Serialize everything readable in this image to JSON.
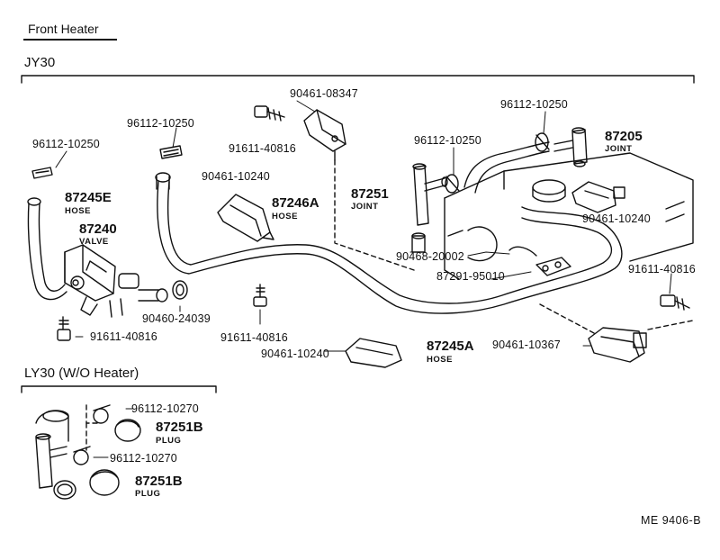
{
  "title": "Front Heater",
  "sections": {
    "upper": "JY30",
    "lower": "LY30  (W/O  Heater)"
  },
  "reference": "ME  9406-B",
  "parts": {
    "p96112_tl": "96112-10250",
    "p87245E": "87245E",
    "p87245E_sub": "HOSE",
    "p87240": "87240",
    "p87240_sub": "VALVE",
    "p96112_tc": "96112-10250",
    "p90461_08347": "90461-08347",
    "p91611_top": "91611-40816",
    "p90461_10240_a": "90461-10240",
    "p87246A": "87246A",
    "p87246A_sub": "HOSE",
    "p96112_tr": "96112-10250",
    "p87205": "87205",
    "p87205_sub": "JOINT",
    "p96112_mid": "96112-10250",
    "p87251": "87251",
    "p87251_sub": "JOINT",
    "p90461_10240_r": "90461-10240",
    "p90468": "90468-20002",
    "p87291": "87291-95010",
    "p91611_right": "91611-40816",
    "p90460": "90460-24039",
    "p91611_center": "91611-40816",
    "p91611_left": "91611-40816",
    "p90461_10240_b": "90461-10240",
    "p87245A": "87245A",
    "p87245A_sub": "HOSE",
    "p90461_10367": "90461-10367",
    "p96112_10270_a": "96112-10270",
    "p87251B_a": "87251B",
    "p87251B_a_sub": "PLUG",
    "p96112_10270_b": "96112-10270",
    "p87251B_b": "87251B",
    "p87251B_b_sub": "PLUG"
  }
}
